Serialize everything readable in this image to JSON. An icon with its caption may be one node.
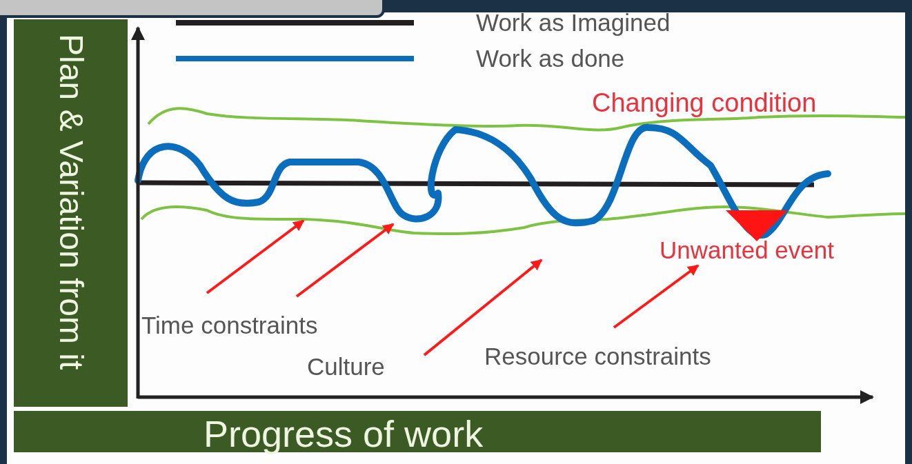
{
  "diagram": {
    "nodes": [
      {
        "text": [
          "Plan & Variation from it"
        ]
      },
      {
        "text": [
          "Progress of work"
        ]
      },
      {
        "text": [
          "Time constraints"
        ]
      },
      {
        "text": [
          "Culture"
        ]
      },
      {
        "text": [
          "Resource constraints"
        ]
      },
      {
        "text": [],
        "shape": "box"
      },
      {
        "text": [
          "Unwanted event"
        ]
      }
    ],
    "edges": [
      {
        "from": 2,
        "to": null,
        "arrow": "to",
        "color": "#ff1a1a"
      },
      {
        "from": 2,
        "to": null,
        "arrow": "to",
        "color": "#ff1a1a"
      },
      {
        "from": 3,
        "to": null,
        "arrow": "to",
        "color": "#ff1a1a"
      },
      {
        "from": 4,
        "to": 6,
        "arrow": "to",
        "color": "#ff1a1a"
      }
    ],
    "labels": [
      "Changing condition"
    ],
    "legend": [
      {
        "text": "Work as Imagined"
      },
      {
        "text": "Work as done"
      }
    ]
  }
}
